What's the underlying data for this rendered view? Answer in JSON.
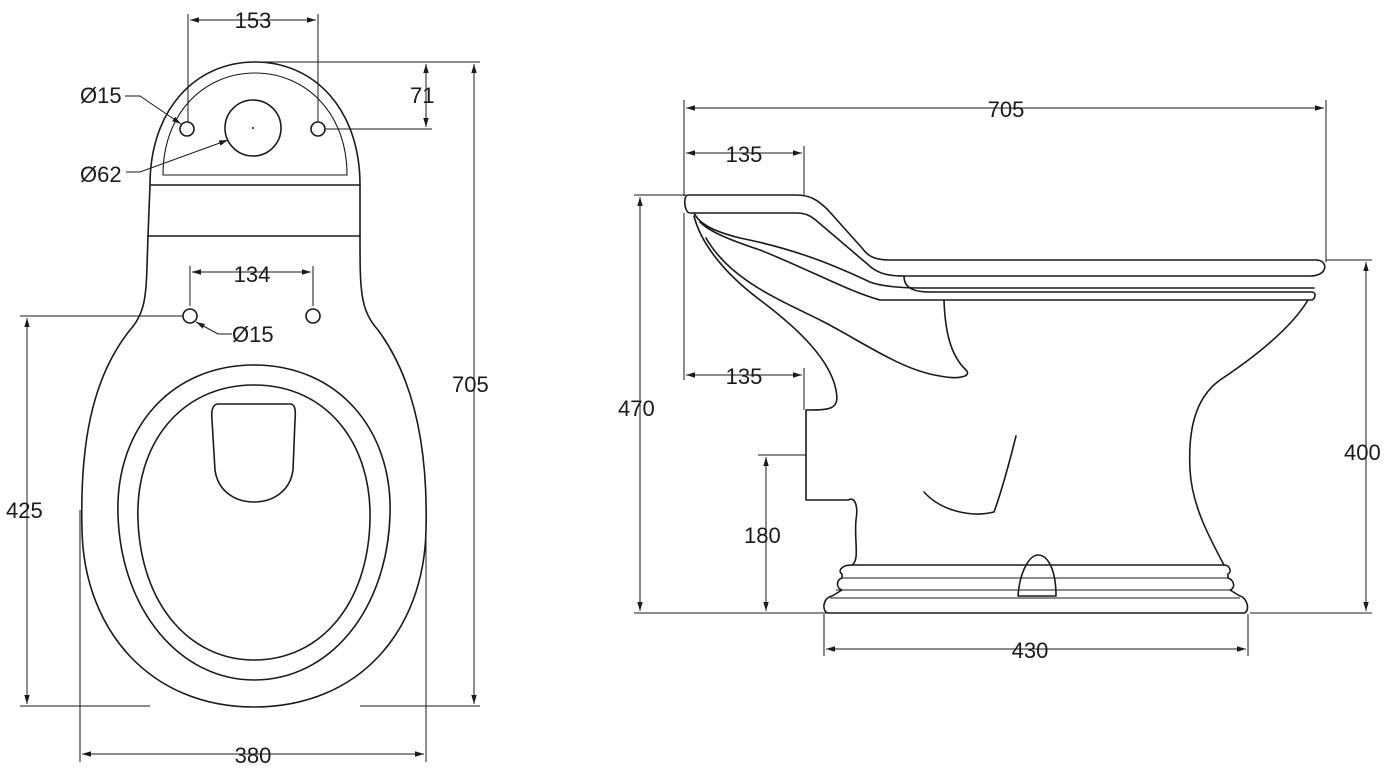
{
  "top_view": {
    "dim_width_tank_holes": "153",
    "dim_hole_offset": "71",
    "dim_hole_dia_tank": "Ø15",
    "dim_outlet_dia": "Ø62",
    "dim_width_seat_holes": "134",
    "dim_hole_dia_seat": "Ø15",
    "dim_length_total": "705",
    "dim_seat_hole_to_front": "425",
    "dim_width_total": "380"
  },
  "side_view": {
    "dim_length_total": "705",
    "dim_top_135": "135",
    "dim_lower_135": "135",
    "dim_height_470": "470",
    "dim_outlet_height": "180",
    "dim_rim_height": "400",
    "dim_base_width": "430"
  }
}
